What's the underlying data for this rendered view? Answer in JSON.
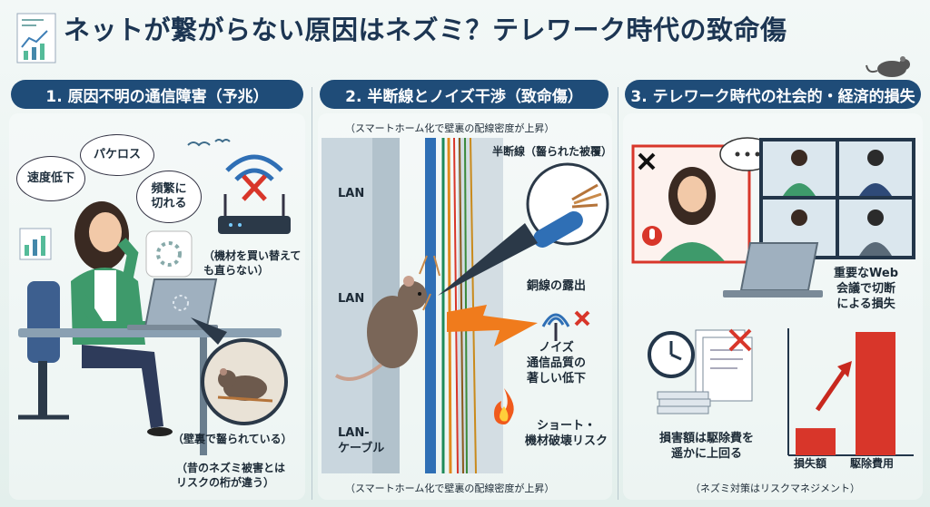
{
  "title": "ネットが繋がらない原因はネズミ？テレワーク時代の致命傷",
  "sections": [
    {
      "header": "1. 原因不明の通信障害（予兆）"
    },
    {
      "header": "2. 半断線とノイズ干渉（致命傷）"
    },
    {
      "header": "3. テレワーク時代の社会的・経済的損失"
    }
  ],
  "panel1": {
    "bubble_speed": "速度低下",
    "bubble_loss": "パケロス",
    "bubble_frequent": "頻繁に\n切れる",
    "router_note": "（機材を買い替えて\nも直らない）",
    "chewed_note": "（壁裏で齧られている）",
    "risk_note": "（昔のネズミ被害とは\nリスクの桁が違う）"
  },
  "panel2": {
    "top_caption": "（スマートホーム化で壁裏の配線密度が上昇）",
    "lan_label_1": "LAN",
    "lan_label_2": "LAN",
    "lan_cable_label": "LAN-\nケーブル",
    "half_break": "半断線（齧られた被覆）",
    "copper": "銅線の露出",
    "noise": "ノイズ\n通信品質の\n著しい低下",
    "short": "ショート・\n機材破壊リスク",
    "bottom_caption": "（スマートホーム化で壁裏の配線密度が上昇）"
  },
  "panel3": {
    "meeting_cut": "重要なWeb\n会議で切断\nによる損失",
    "damage_note": "損害額は駆除費を\n遥かに上回る",
    "bar_label_loss": "損失額",
    "bar_label_cost": "駆除費用",
    "footer": "（ネズミ対策はリスクマネジメント）"
  },
  "chart_data": {
    "type": "bar",
    "categories": [
      "損失額",
      "駆除費用"
    ],
    "values": [
      0.22,
      1.0
    ]
  },
  "colors": {
    "header_bg": "#1f4c78",
    "accent_red": "#d8362a",
    "accent_orange": "#f07b1c",
    "cable_blue": "#2f6fb5",
    "green_shirt": "#3e9a6b"
  }
}
